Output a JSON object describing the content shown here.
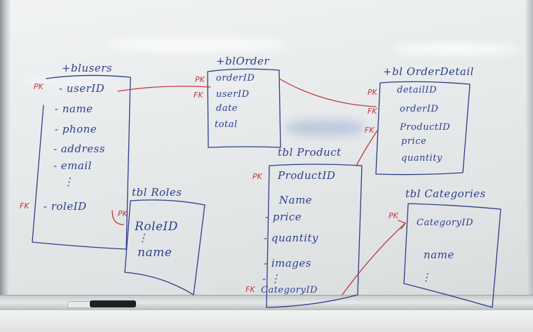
{
  "whiteboard": {
    "tables": [
      {
        "title": "+blusers",
        "fields": [
          {
            "key": "PK",
            "name": "- userID"
          },
          {
            "key": "",
            "name": "- name"
          },
          {
            "key": "",
            "name": "- phone"
          },
          {
            "key": "",
            "name": "- address"
          },
          {
            "key": "",
            "name": "- email"
          },
          {
            "key": "",
            "name": "⋮"
          },
          {
            "key": "FK",
            "name": "- roleID"
          }
        ]
      },
      {
        "title": "+blOrder",
        "fields": [
          {
            "key": "PK",
            "name": "orderID"
          },
          {
            "key": "FK",
            "name": "userID"
          },
          {
            "key": "",
            "name": "date"
          },
          {
            "key": "",
            "name": "total"
          }
        ]
      },
      {
        "title": "+bl OrderDetail",
        "fields": [
          {
            "key": "PK",
            "name": "detailID"
          },
          {
            "key": "FK",
            "name": "orderID"
          },
          {
            "key": "FK",
            "name": "ProductID"
          },
          {
            "key": "",
            "name": "price"
          },
          {
            "key": "",
            "name": "quantity"
          }
        ]
      },
      {
        "title": "tbl Product",
        "fields": [
          {
            "key": "PK",
            "name": "ProductID"
          },
          {
            "key": "",
            "name": "Name"
          },
          {
            "key": "",
            "name": "- price"
          },
          {
            "key": "",
            "name": "- quantity"
          },
          {
            "key": "",
            "name": "- images"
          },
          {
            "key": "",
            "name": "- ⋮"
          },
          {
            "key": "FK",
            "name": "CategoryID"
          }
        ]
      },
      {
        "title": "tbl Roles",
        "fields": [
          {
            "key": "PK",
            "name": "RoleID"
          },
          {
            "key": "",
            "name": "⋮"
          },
          {
            "key": "",
            "name": "name"
          }
        ]
      },
      {
        "title": "tbl Categories",
        "fields": [
          {
            "key": "PK",
            "name": "CategoryID"
          },
          {
            "key": "",
            "name": "name"
          },
          {
            "key": "",
            "name": "⋮"
          }
        ]
      }
    ],
    "colors": {
      "ink_blue": "#2c3f93",
      "ink_red": "#c0393c",
      "board": "#eceeef",
      "tray": "#c7cacb",
      "marker": "#1d2024"
    }
  }
}
